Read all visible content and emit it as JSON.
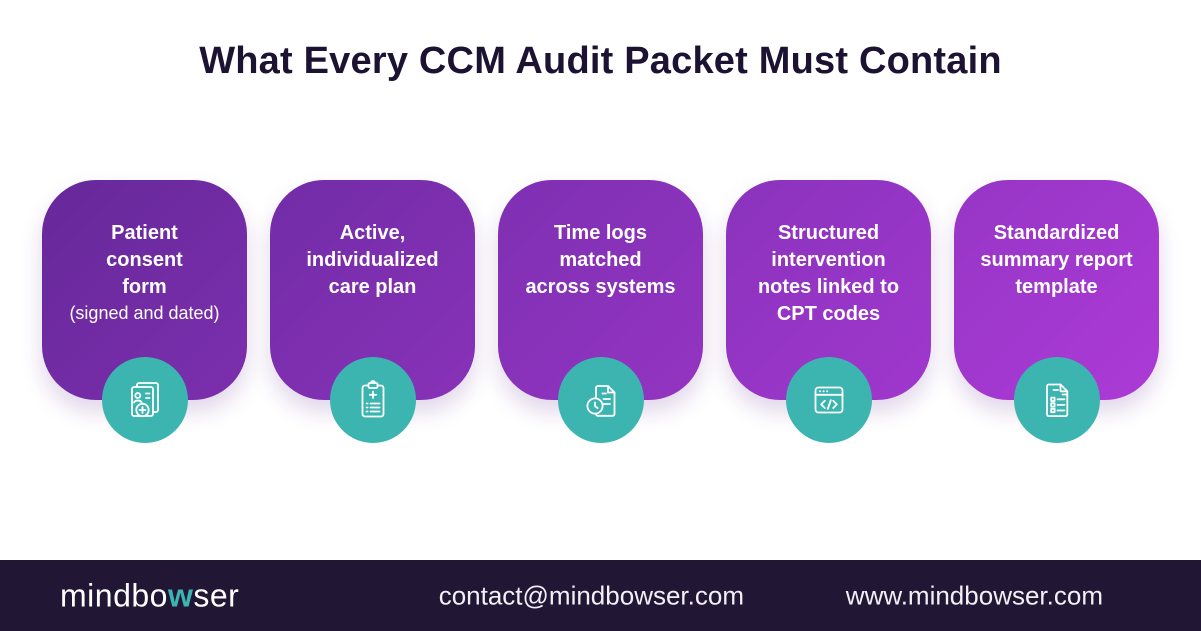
{
  "title": "What Every CCM Audit Packet Must Contain",
  "cards": [
    {
      "title": "Patient\nconsent\nform",
      "subtitle": "(signed and dated)",
      "icon": "patient-consent-record-icon",
      "color_start": "#66289a",
      "color_end": "#7c2fae"
    },
    {
      "title": "Active,\nindividualized\ncare plan",
      "subtitle": "",
      "icon": "care-plan-clipboard-icon",
      "color_start": "#722ca7",
      "color_end": "#8832b8"
    },
    {
      "title": "Time logs\nmatched\nacross systems",
      "subtitle": "",
      "icon": "time-log-document-icon",
      "color_start": "#7e30b2",
      "color_end": "#9434c2"
    },
    {
      "title": "Structured\nintervention\nnotes linked to\nCPT codes",
      "subtitle": "",
      "icon": "code-window-icon",
      "color_start": "#8a33bd",
      "color_end": "#a037cd"
    },
    {
      "title": "Standardized\nsummary report\ntemplate",
      "subtitle": "",
      "icon": "report-template-icon",
      "color_start": "#9636c6",
      "color_end": "#ac3ad6"
    }
  ],
  "footer": {
    "logo_part1": "mindbo",
    "logo_accent": "w",
    "logo_part2": "ser",
    "email": "contact@mindbowser.com",
    "website": "www.mindbowser.com"
  },
  "colors": {
    "accent_teal": "#3cb5b0",
    "title_text": "#1c1232",
    "footer_bg": "#211634",
    "card_text": "#ffffff",
    "page_bg": "#ffffff"
  }
}
